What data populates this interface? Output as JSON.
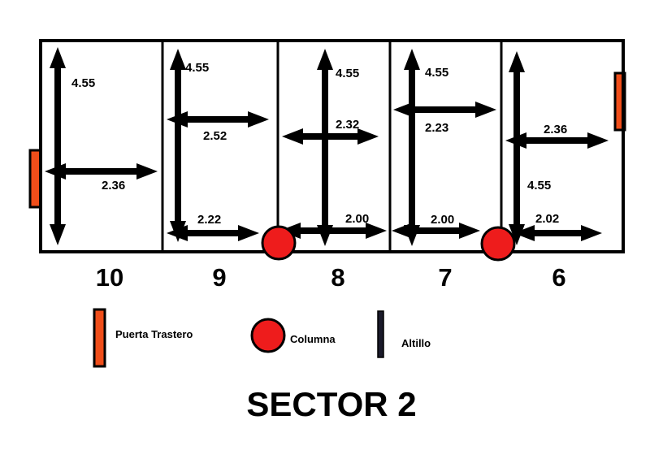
{
  "title": "SECTOR 2",
  "colors": {
    "door": "#f04e1a",
    "column": "#ee1c1c",
    "outline": "#000000",
    "altillo": "#1a1a2a"
  },
  "rooms": [
    {
      "number": "10",
      "dims": [
        "4.55",
        "2.36"
      ]
    },
    {
      "number": "9",
      "dims": [
        "4.55",
        "2.52",
        "2.22"
      ]
    },
    {
      "number": "8",
      "dims": [
        "4.55",
        "2.32",
        "2.00"
      ]
    },
    {
      "number": "7",
      "dims": [
        "4.55",
        "2.23",
        "2.00"
      ]
    },
    {
      "number": "6",
      "dims": [
        "4.55",
        "2.36",
        "2.02"
      ]
    }
  ],
  "legend": {
    "door": "Puerta Trastero",
    "column": "Columna",
    "altillo": "Altillo"
  }
}
